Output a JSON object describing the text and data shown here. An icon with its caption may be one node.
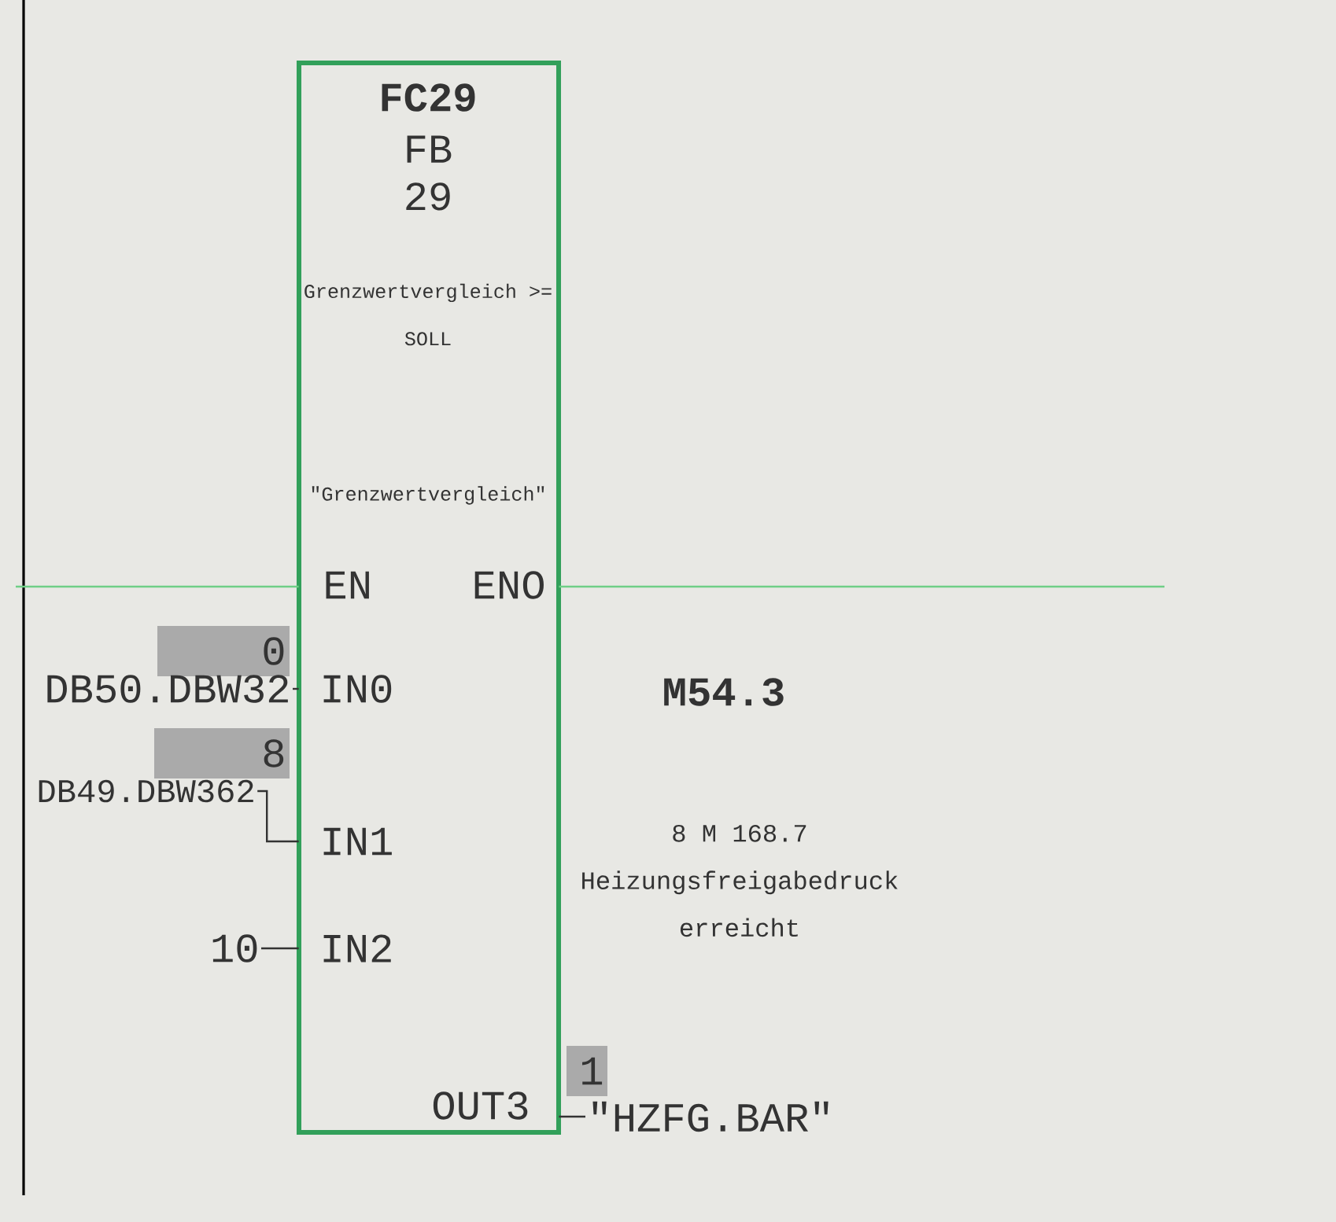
{
  "diagram": {
    "nodes": [
      {
        "text": [
          "FC29",
          "FB 29",
          "Grenzwertvergleich >= SOLL",
          "\"Grenzwertvergleich\"",
          "EN",
          "ENO",
          "IN0",
          "IN1",
          "IN2",
          "OUT3"
        ]
      },
      {
        "text": [
          "DB50.DBW32"
        ]
      },
      {
        "text": [
          "DB49.DBW362"
        ]
      },
      {
        "text": [
          "10"
        ]
      },
      {
        "text": [
          "\"HZFG.BAR\""
        ]
      }
    ],
    "edges": [
      {
        "from": null,
        "to": 0,
        "arrow": "none",
        "color": "#6fcf86"
      },
      {
        "from": 0,
        "to": null,
        "arrow": "none",
        "color": "#6fcf86"
      },
      {
        "from": 1,
        "to": 0,
        "arrow": "none"
      },
      {
        "from": 2,
        "to": 0,
        "arrow": "none"
      },
      {
        "from": 3,
        "to": 0,
        "arrow": "none"
      },
      {
        "from": 0,
        "to": 4,
        "arrow": "none"
      }
    ],
    "labels": [
      "0",
      "8",
      "M54.3",
      "8 M 168.7 Heizungsfreigabedruck erreicht",
      "1"
    ]
  }
}
